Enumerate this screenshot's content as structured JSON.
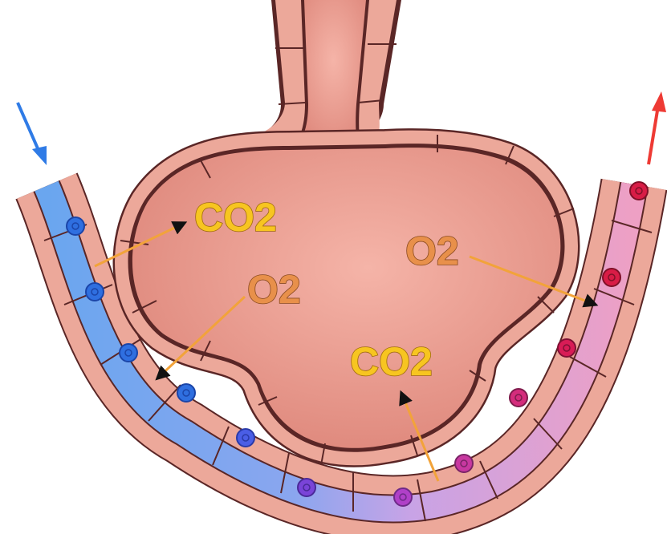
{
  "labels": {
    "co2_alveolus": "CO2",
    "o2_left": "O2",
    "o2_right": "O2",
    "co2_bottom": "CO2"
  },
  "colors": {
    "co2_text": "#f7c520",
    "o2_text": "#e8904a",
    "tissue": "#eca89a",
    "tissue_outline": "#5a2626",
    "alveolus_fill": "#e9978a",
    "deoxygenated_blood": "#6aa6ef",
    "oxygenated_blood": "#e8a0cf",
    "blood_cell_blue": "#2f6fe0",
    "blood_cell_red": "#d81c46",
    "inflow_arrow": "#2f7be6",
    "outflow_arrow": "#ee3a34",
    "diffusion_line": "#f2a33a",
    "arrow_head": "#111111"
  }
}
